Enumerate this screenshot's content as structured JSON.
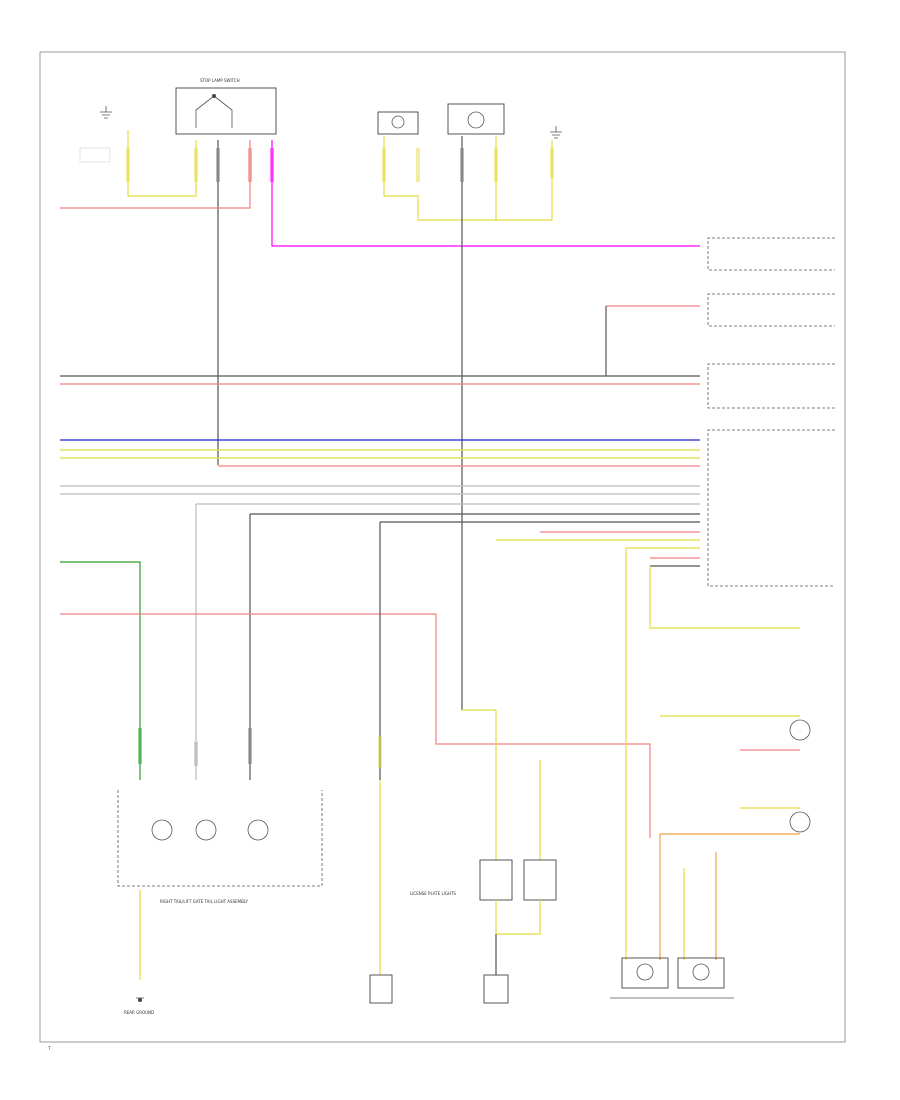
{
  "diagram": {
    "colors": {
      "red": "#f08080",
      "pink": "#ff00ff",
      "blue": "#2020d0",
      "yellow": "#e6dc40",
      "green": "#2e9e2e",
      "orange": "#f0a040",
      "gray": "#9a9a9a",
      "brown": "#7a5a3a",
      "black": "#555555",
      "beige": "#e8d9a0"
    },
    "labels": {
      "stop_lamp_switch": "STOP LAMP SWITCH",
      "right_tail": "RIGHT TAIL/LIFT GATE TAIL LIGHT ASSEMBLY",
      "license_plate": "LICENSE PLATE LIGHTS",
      "rear_gnd": "REAR GROUND",
      "footer_code": "T"
    }
  }
}
